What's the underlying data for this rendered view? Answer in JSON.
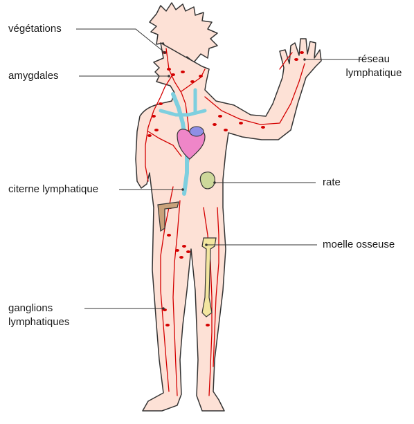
{
  "labels": {
    "vegetations": "végétations",
    "amygdales": "amygdales",
    "citerne": "citerne lymphatique",
    "ganglions_line1": "ganglions",
    "ganglions_line2": "lymphatiques",
    "reseau_line1": "réseau",
    "reseau_line2": "lymphatique",
    "rate": "rate",
    "moelle": "moelle osseuse"
  },
  "colors": {
    "skin": "#fde1d6",
    "outline": "#333333",
    "lymph": "#d40000",
    "vessel": "#7ecfdf",
    "heart": "#ef86c8",
    "heart_top": "#8f8fe6",
    "spleen": "#cdd89a",
    "intestine": "#c9a27a",
    "bone": "#f3e6a0"
  }
}
